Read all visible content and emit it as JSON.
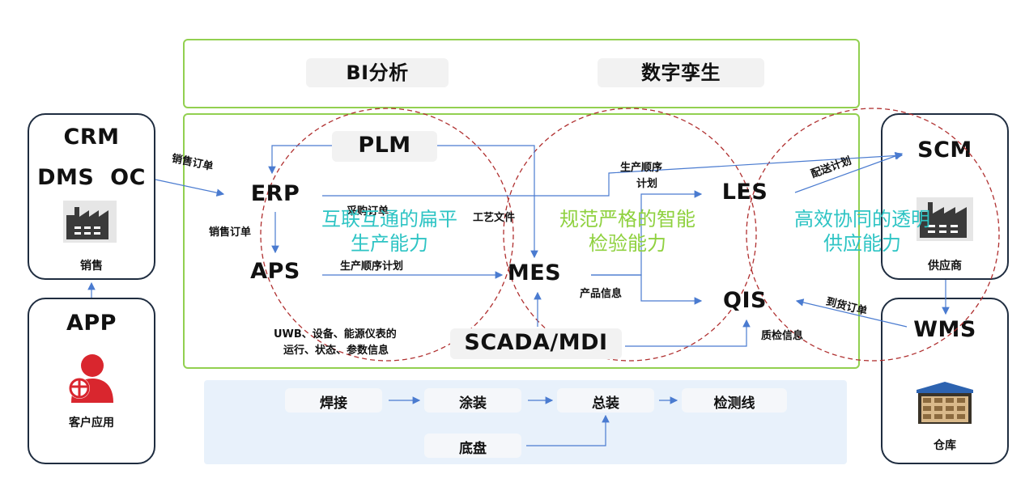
{
  "top": {
    "bi": "BI分析",
    "twin": "数字孪生"
  },
  "left": {
    "crm": "CRM",
    "dms_oc": "DMS  OC",
    "sales": "销售",
    "app": "APP",
    "customer_app": "客户应用"
  },
  "right": {
    "scm": "SCM",
    "supplier": "供应商",
    "wms": "WMS",
    "warehouse": "仓库"
  },
  "nodes": {
    "plm": "PLM",
    "erp": "ERP",
    "aps": "APS",
    "mes": "MES",
    "les": "LES",
    "qis": "QIS",
    "scada": "SCADA/MDI"
  },
  "flows": {
    "sales_order_in": "销售订单",
    "sales_order_down": "销售订单",
    "purchase_order": "采购订单",
    "process_file": "工艺文件",
    "production_sequence_plan": "生产顺序计划",
    "production_sequence_plan_2a": "生产顺序",
    "production_sequence_plan_2b": "计划",
    "product_info": "产品信息",
    "quality_info": "质检信息",
    "delivery_plan": "配送计划",
    "arrival_order": "到货订单",
    "uwb_line1": "UWB、设备、能源仪表的",
    "uwb_line2": "运行、状态、参数信息"
  },
  "capabilities": {
    "c1_line1": "互联互通的扁平",
    "c1_line2": "生产能力",
    "c2_line1": "规范严格的智能",
    "c2_line2": "检验能力",
    "c3_line1": "高效协同的透明",
    "c3_line2": "供应能力"
  },
  "process": {
    "welding": "焊接",
    "painting": "涂装",
    "assembly": "总装",
    "inspection_line": "检测线",
    "chassis": "底盘"
  },
  "colors": {
    "green_border": "#92d050",
    "side_border": "#1f2d40",
    "arrow": "#4a7bd0",
    "circle_dash": "#b03030",
    "cyan_text": "#2ec4c4",
    "green_text": "#8fd13f",
    "process_band": "#e8f1fb"
  }
}
